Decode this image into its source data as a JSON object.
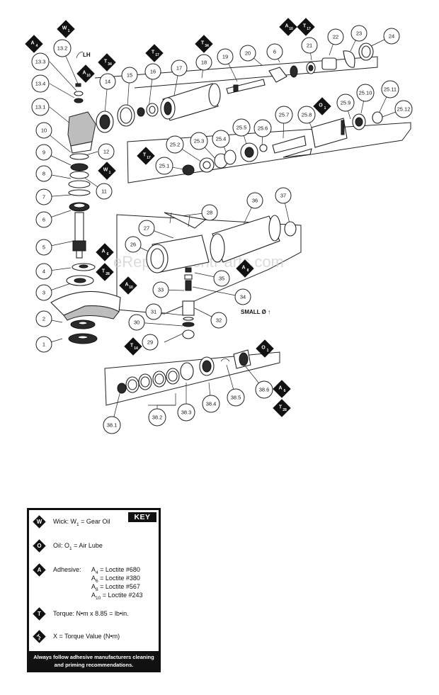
{
  "diagram": {
    "watermark": "eReplacementParts.com",
    "notes": {
      "lh": "LH",
      "small_dia": "SMALL Ø ↑"
    },
    "callouts": [
      {
        "id": "c-13-2",
        "label": "13.2"
      },
      {
        "id": "c-13-3",
        "label": "13.3"
      },
      {
        "id": "c-13-4",
        "label": "13.4"
      },
      {
        "id": "c-13-1",
        "label": "13.1"
      },
      {
        "id": "c-10",
        "label": "10"
      },
      {
        "id": "c-9",
        "label": "9"
      },
      {
        "id": "c-8",
        "label": "8"
      },
      {
        "id": "c-7",
        "label": "7"
      },
      {
        "id": "c-6",
        "label": "6"
      },
      {
        "id": "c-5",
        "label": "5"
      },
      {
        "id": "c-4",
        "label": "4"
      },
      {
        "id": "c-3",
        "label": "3"
      },
      {
        "id": "c-2",
        "label": "2"
      },
      {
        "id": "c-1",
        "label": "1"
      },
      {
        "id": "c-12",
        "label": "12"
      },
      {
        "id": "c-11",
        "label": "11"
      },
      {
        "id": "c-14",
        "label": "14"
      },
      {
        "id": "c-15",
        "label": "15"
      },
      {
        "id": "c-16",
        "label": "16"
      },
      {
        "id": "c-17",
        "label": "17"
      },
      {
        "id": "c-18",
        "label": "18"
      },
      {
        "id": "c-19",
        "label": "19"
      },
      {
        "id": "c-20",
        "label": "20"
      },
      {
        "id": "c-6b",
        "label": "6"
      },
      {
        "id": "c-21",
        "label": "21"
      },
      {
        "id": "c-22",
        "label": "22"
      },
      {
        "id": "c-23",
        "label": "23"
      },
      {
        "id": "c-24",
        "label": "24"
      },
      {
        "id": "c-25-1",
        "label": "25.1"
      },
      {
        "id": "c-25-2",
        "label": "25.2"
      },
      {
        "id": "c-25-3",
        "label": "25.3"
      },
      {
        "id": "c-25-4",
        "label": "25.4"
      },
      {
        "id": "c-25-5",
        "label": "25.5"
      },
      {
        "id": "c-25-6",
        "label": "25.6"
      },
      {
        "id": "c-25-7",
        "label": "25.7"
      },
      {
        "id": "c-25-8",
        "label": "25.8"
      },
      {
        "id": "c-25-9",
        "label": "25.9"
      },
      {
        "id": "c-25-10",
        "label": "25.10"
      },
      {
        "id": "c-25-11",
        "label": "25.11"
      },
      {
        "id": "c-25-12",
        "label": "25.12"
      },
      {
        "id": "c-26",
        "label": "26"
      },
      {
        "id": "c-27",
        "label": "27"
      },
      {
        "id": "c-28",
        "label": "28"
      },
      {
        "id": "c-36",
        "label": "36"
      },
      {
        "id": "c-37",
        "label": "37"
      },
      {
        "id": "c-35",
        "label": "35"
      },
      {
        "id": "c-34",
        "label": "34"
      },
      {
        "id": "c-33",
        "label": "33"
      },
      {
        "id": "c-32",
        "label": "32"
      },
      {
        "id": "c-31",
        "label": "31"
      },
      {
        "id": "c-30",
        "label": "30"
      },
      {
        "id": "c-29",
        "label": "29"
      },
      {
        "id": "c-38-1",
        "label": "38.1"
      },
      {
        "id": "c-38-2",
        "label": "38.2"
      },
      {
        "id": "c-38-3",
        "label": "38.3"
      },
      {
        "id": "c-38-4",
        "label": "38.4"
      },
      {
        "id": "c-38-5",
        "label": "38.5"
      },
      {
        "id": "c-38-6",
        "label": "38.6"
      }
    ],
    "badges": [
      {
        "id": "b-a4",
        "letter": "A",
        "sub": "4"
      },
      {
        "id": "b-w1",
        "letter": "W",
        "sub": "1"
      },
      {
        "id": "b-a10-top",
        "letter": "A",
        "sub": "10"
      },
      {
        "id": "b-t34",
        "letter": "T",
        "sub": "34"
      },
      {
        "id": "b-t17",
        "letter": "T",
        "sub": "17"
      },
      {
        "id": "b-t34b",
        "letter": "T",
        "sub": "34"
      },
      {
        "id": "b-a10-right",
        "letter": "A",
        "sub": "10"
      },
      {
        "id": "b-t17-right",
        "letter": "T",
        "sub": "17"
      },
      {
        "id": "b-o1-mid",
        "letter": "O",
        "sub": "1"
      },
      {
        "id": "b-t17-mid",
        "letter": "T",
        "sub": "17"
      },
      {
        "id": "b-w1-low",
        "letter": "W",
        "sub": "1"
      },
      {
        "id": "b-a6",
        "letter": "A",
        "sub": "6"
      },
      {
        "id": "b-t28",
        "letter": "T",
        "sub": "28"
      },
      {
        "id": "b-a10-low",
        "letter": "A",
        "sub": "10"
      },
      {
        "id": "b-a8",
        "letter": "A",
        "sub": "8"
      },
      {
        "id": "b-t14",
        "letter": "T",
        "sub": "14"
      },
      {
        "id": "b-o1-low",
        "letter": "O",
        "sub": "1"
      },
      {
        "id": "b-a6-low",
        "letter": "A",
        "sub": "6"
      },
      {
        "id": "b-t28-low",
        "letter": "T",
        "sub": "28"
      }
    ]
  },
  "key": {
    "title": "KEY",
    "rows": [
      {
        "icon": "W",
        "text": "Wick: W",
        "sub": "1",
        "tail": " = Gear Oil"
      },
      {
        "icon": "O",
        "text": "Oil: O",
        "sub": "1",
        "tail": " = Air Lube"
      },
      {
        "icon": "A",
        "text": "Adhesive:"
      },
      {
        "icon": "T",
        "text": "Torque: N•m x 8.85 = lb•in."
      },
      {
        "icon": "T",
        "icon_sub": "x",
        "text": "X = Torque Value (N•m)"
      }
    ],
    "adhesives": [
      {
        "code": "A",
        "sub": "4",
        "value": " = Loctite #680"
      },
      {
        "code": "A",
        "sub": "6",
        "value": " = Loctite #380"
      },
      {
        "code": "A",
        "sub": "8",
        "value": " = Loctite #567"
      },
      {
        "code": "A",
        "sub": "10",
        "value": " = Loctite #243"
      }
    ],
    "footer": "Always follow adhesive manufacturers cleaning and priming recommendations."
  }
}
